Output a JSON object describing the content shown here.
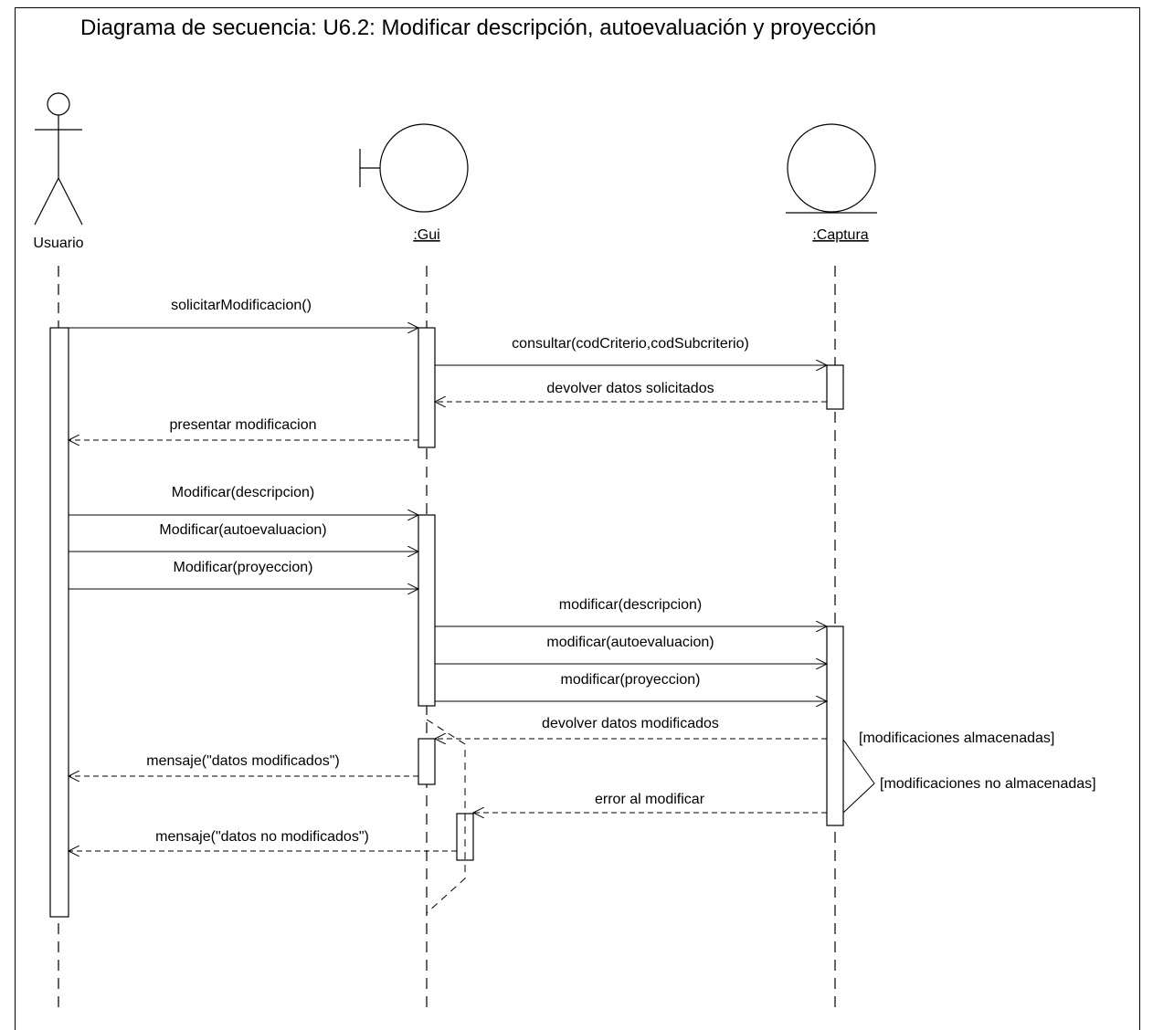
{
  "title": "Diagrama de secuencia: U6.2: Modificar descripción, autoevaluación y proyección",
  "participants": {
    "user": "Usuario",
    "gui": ":Gui",
    "captura": ":Captura"
  },
  "messages": {
    "m1": "solicitarModificacion()",
    "m2": "consultar(codCriterio,codSubcriterio)",
    "m3": "devolver datos solicitados",
    "m4": "presentar modificacion",
    "m5": "Modificar(descripcion)",
    "m6": "Modificar(autoevaluacion)",
    "m7": "Modificar(proyeccion)",
    "m8": "modificar(descripcion)",
    "m9": "modificar(autoevaluacion)",
    "m10": "modificar(proyeccion)",
    "m11": "devolver datos modificados",
    "m12": "mensaje(\"datos modificados\")",
    "m13": "error al modificar",
    "m14": "mensaje(\"datos no modificados\")"
  },
  "guards": {
    "g1": "[modificaciones almacenadas]",
    "g2": "[modificaciones no almacenadas]"
  }
}
